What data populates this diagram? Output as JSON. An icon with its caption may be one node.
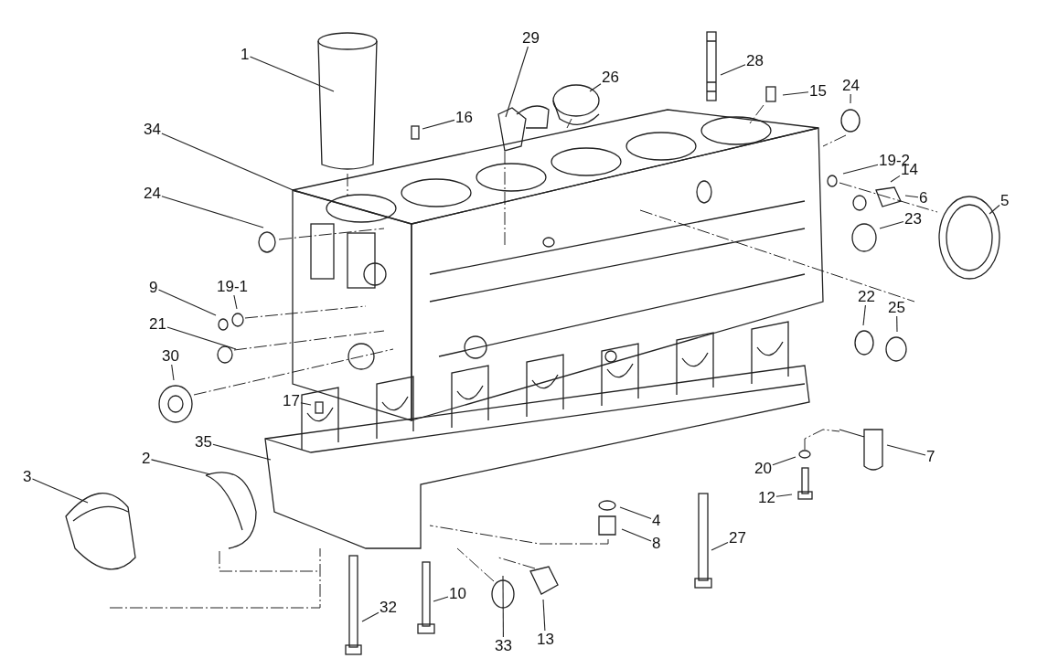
{
  "diagram": {
    "nodes": [
      {
        "text": [
          "1"
        ]
      },
      {
        "text": [
          "16"
        ]
      },
      {
        "text": [
          "29"
        ]
      },
      {
        "text": [
          "26"
        ]
      },
      {
        "text": [
          "28"
        ]
      },
      {
        "text": [
          "15"
        ]
      },
      {
        "text": [
          "24"
        ]
      },
      {
        "text": [
          "34"
        ]
      },
      {
        "text": [
          "24"
        ]
      },
      {
        "text": [
          "19-2"
        ]
      },
      {
        "text": [
          "14"
        ]
      },
      {
        "text": [
          "6"
        ]
      },
      {
        "text": [
          "5"
        ]
      },
      {
        "text": [
          "23"
        ]
      },
      {
        "text": [
          "9"
        ]
      },
      {
        "text": [
          "19-1"
        ]
      },
      {
        "text": [
          "22"
        ]
      },
      {
        "text": [
          "25"
        ]
      },
      {
        "text": [
          "21"
        ]
      },
      {
        "text": [
          "30"
        ]
      },
      {
        "text": [
          "17"
        ]
      },
      {
        "text": [
          "35"
        ]
      },
      {
        "text": [
          "2"
        ]
      },
      {
        "text": [
          "3"
        ]
      },
      {
        "text": [
          "7"
        ]
      },
      {
        "text": [
          "20"
        ]
      },
      {
        "text": [
          "12"
        ]
      },
      {
        "text": [
          "4"
        ]
      },
      {
        "text": [
          "8"
        ]
      },
      {
        "text": [
          "27"
        ]
      },
      {
        "text": [
          "10"
        ]
      },
      {
        "text": [
          "32"
        ]
      },
      {
        "text": [
          "33"
        ]
      },
      {
        "text": [
          "13"
        ]
      }
    ],
    "edges": [
      {
        "from": 0,
        "to": null,
        "arrow": "none"
      },
      {
        "from": 1,
        "to": null,
        "arrow": "none"
      },
      {
        "from": 2,
        "to": null,
        "arrow": "none"
      },
      {
        "from": 3,
        "to": null,
        "arrow": "none"
      },
      {
        "from": 4,
        "to": null,
        "arrow": "none"
      },
      {
        "from": 5,
        "to": null,
        "arrow": "none"
      },
      {
        "from": 6,
        "to": null,
        "arrow": "none"
      },
      {
        "from": 7,
        "to": null,
        "arrow": "none"
      },
      {
        "from": 8,
        "to": null,
        "arrow": "none"
      },
      {
        "from": 9,
        "to": null,
        "arrow": "none"
      },
      {
        "from": 10,
        "to": null,
        "arrow": "none"
      },
      {
        "from": 11,
        "to": null,
        "arrow": "none"
      },
      {
        "from": 12,
        "to": null,
        "arrow": "none"
      },
      {
        "from": 13,
        "to": null,
        "arrow": "none"
      },
      {
        "from": 14,
        "to": null,
        "arrow": "none"
      },
      {
        "from": 15,
        "to": null,
        "arrow": "none"
      },
      {
        "from": 16,
        "to": null,
        "arrow": "none"
      },
      {
        "from": 17,
        "to": null,
        "arrow": "none"
      },
      {
        "from": 18,
        "to": null,
        "arrow": "none"
      },
      {
        "from": 19,
        "to": null,
        "arrow": "none"
      },
      {
        "from": 20,
        "to": null,
        "arrow": "none"
      },
      {
        "from": 21,
        "to": null,
        "arrow": "none"
      },
      {
        "from": 22,
        "to": null,
        "arrow": "none"
      },
      {
        "from": 23,
        "to": null,
        "arrow": "none"
      },
      {
        "from": 24,
        "to": null,
        "arrow": "none"
      },
      {
        "from": 25,
        "to": null,
        "arrow": "none"
      },
      {
        "from": 26,
        "to": null,
        "arrow": "none"
      },
      {
        "from": 27,
        "to": null,
        "arrow": "none"
      },
      {
        "from": 28,
        "to": null,
        "arrow": "none"
      },
      {
        "from": 29,
        "to": null,
        "arrow": "none"
      },
      {
        "from": 30,
        "to": null,
        "arrow": "none"
      },
      {
        "from": 31,
        "to": null,
        "arrow": "none"
      },
      {
        "from": 32,
        "to": null,
        "arrow": "none"
      },
      {
        "from": 33,
        "to": null,
        "arrow": "none"
      }
    ]
  }
}
